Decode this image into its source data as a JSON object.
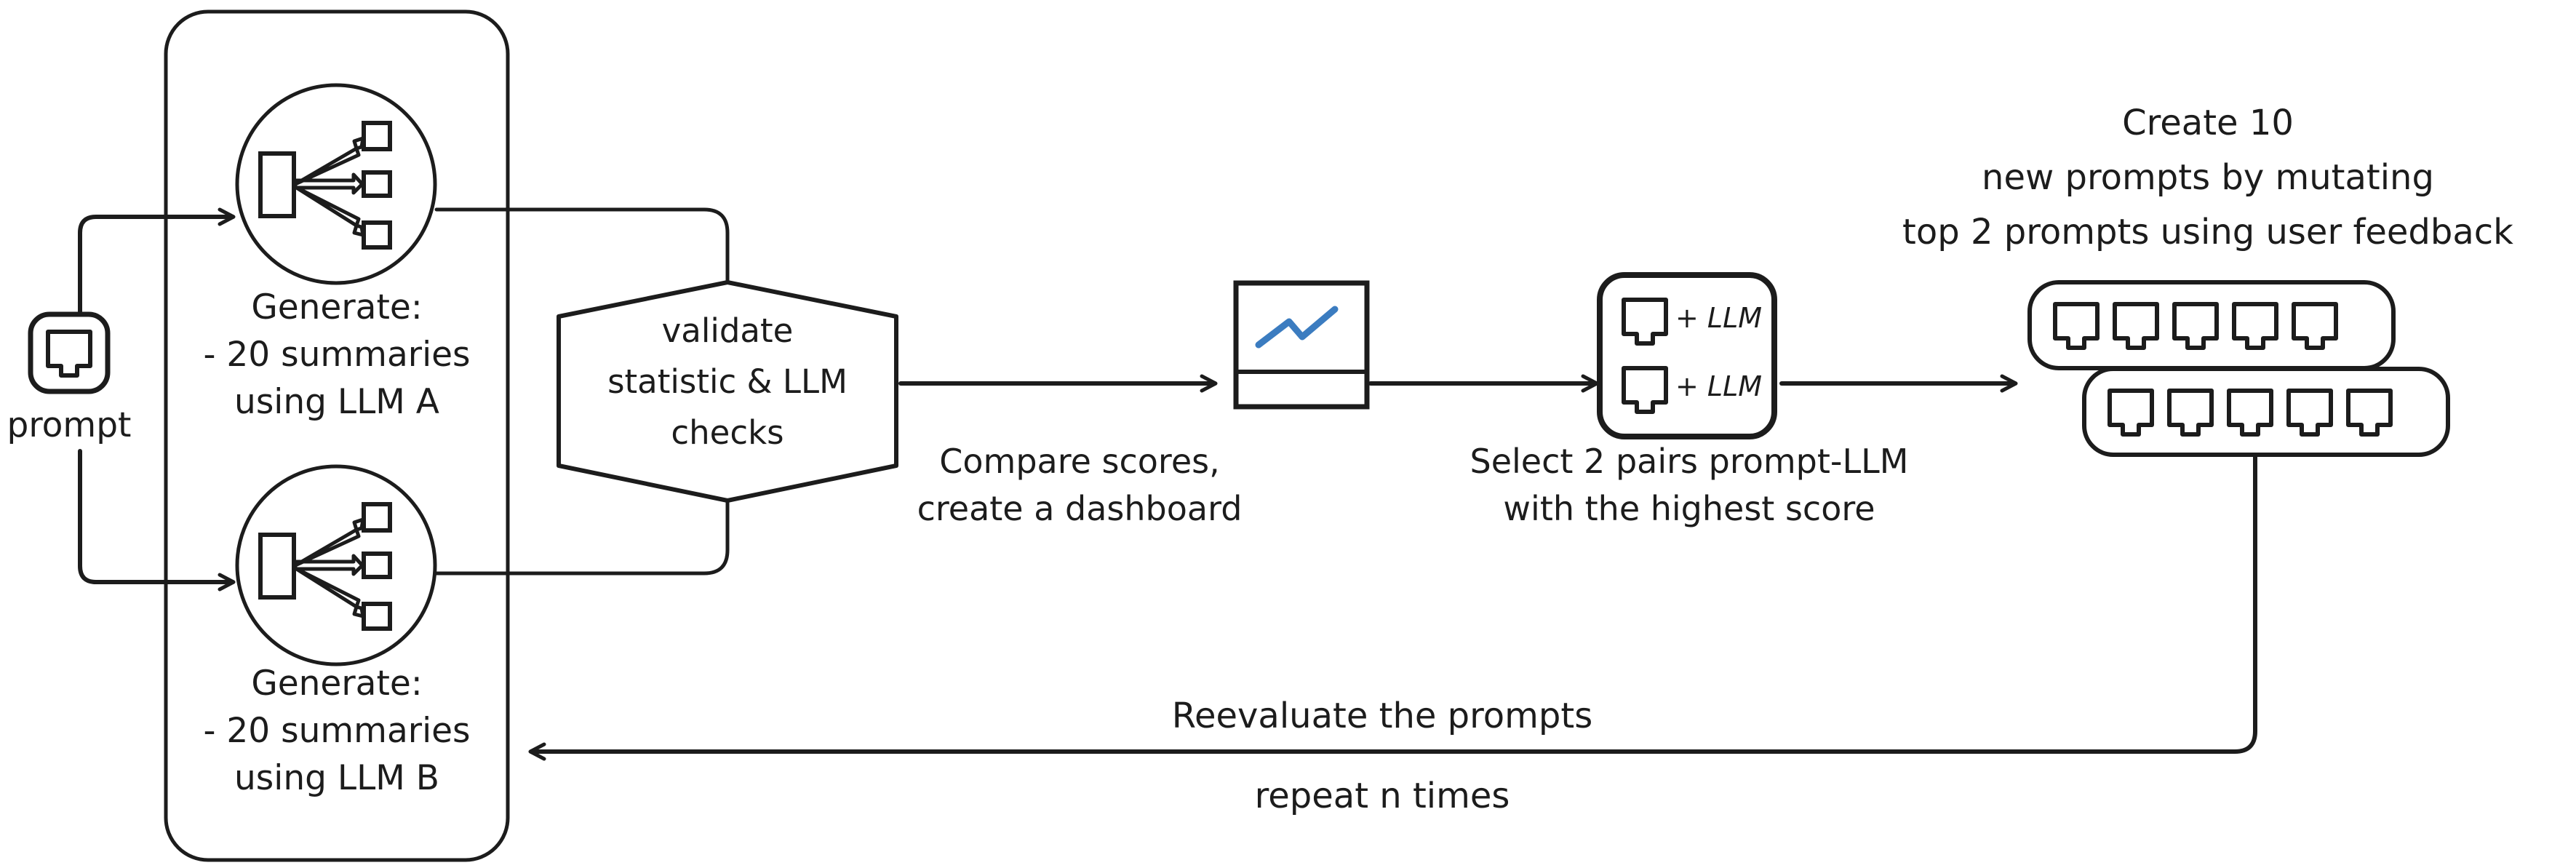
{
  "diagram": {
    "title_absent": true,
    "colors": {
      "stroke": "#1c1c1c",
      "background": "#ffffff",
      "chart_line": "#3b7cc0"
    },
    "container": {
      "name": "generation-group"
    },
    "nodes": {
      "prompt": {
        "icon": "prompt-icon",
        "label": "prompt"
      },
      "branch_a": {
        "icon": "fanout-icon",
        "line1": "Generate:",
        "line2": "- 20 summaries",
        "line3": "using LLM A"
      },
      "branch_b": {
        "icon": "fanout-icon",
        "line1": "Generate:",
        "line2": "- 20 summaries",
        "line3": "using LLM B"
      },
      "validate": {
        "shape": "hexagon",
        "line1": "validate",
        "line2": "statistic & LLM",
        "line3": "checks"
      },
      "dashboard": {
        "icon": "line-chart-card-icon",
        "caption_line1": "Compare scores,",
        "caption_line2": "create a dashboard"
      },
      "select_pairs": {
        "icon": "two-prompts-box-icon",
        "item1_suffix": "+ LLM",
        "item2_suffix": "+ LLM",
        "caption_line1": "Select 2 pairs prompt-LLM",
        "caption_line2": "with the highest score"
      },
      "mutate": {
        "caption_line1": "Create 10",
        "caption_line2": "new prompts  by mutating",
        "caption_line3": "top 2 prompts using user feedback",
        "row1_count": 5,
        "row2_count": 5
      }
    },
    "feedback": {
      "line1": "Reevaluate the prompts",
      "line2": "repeat n times"
    }
  }
}
